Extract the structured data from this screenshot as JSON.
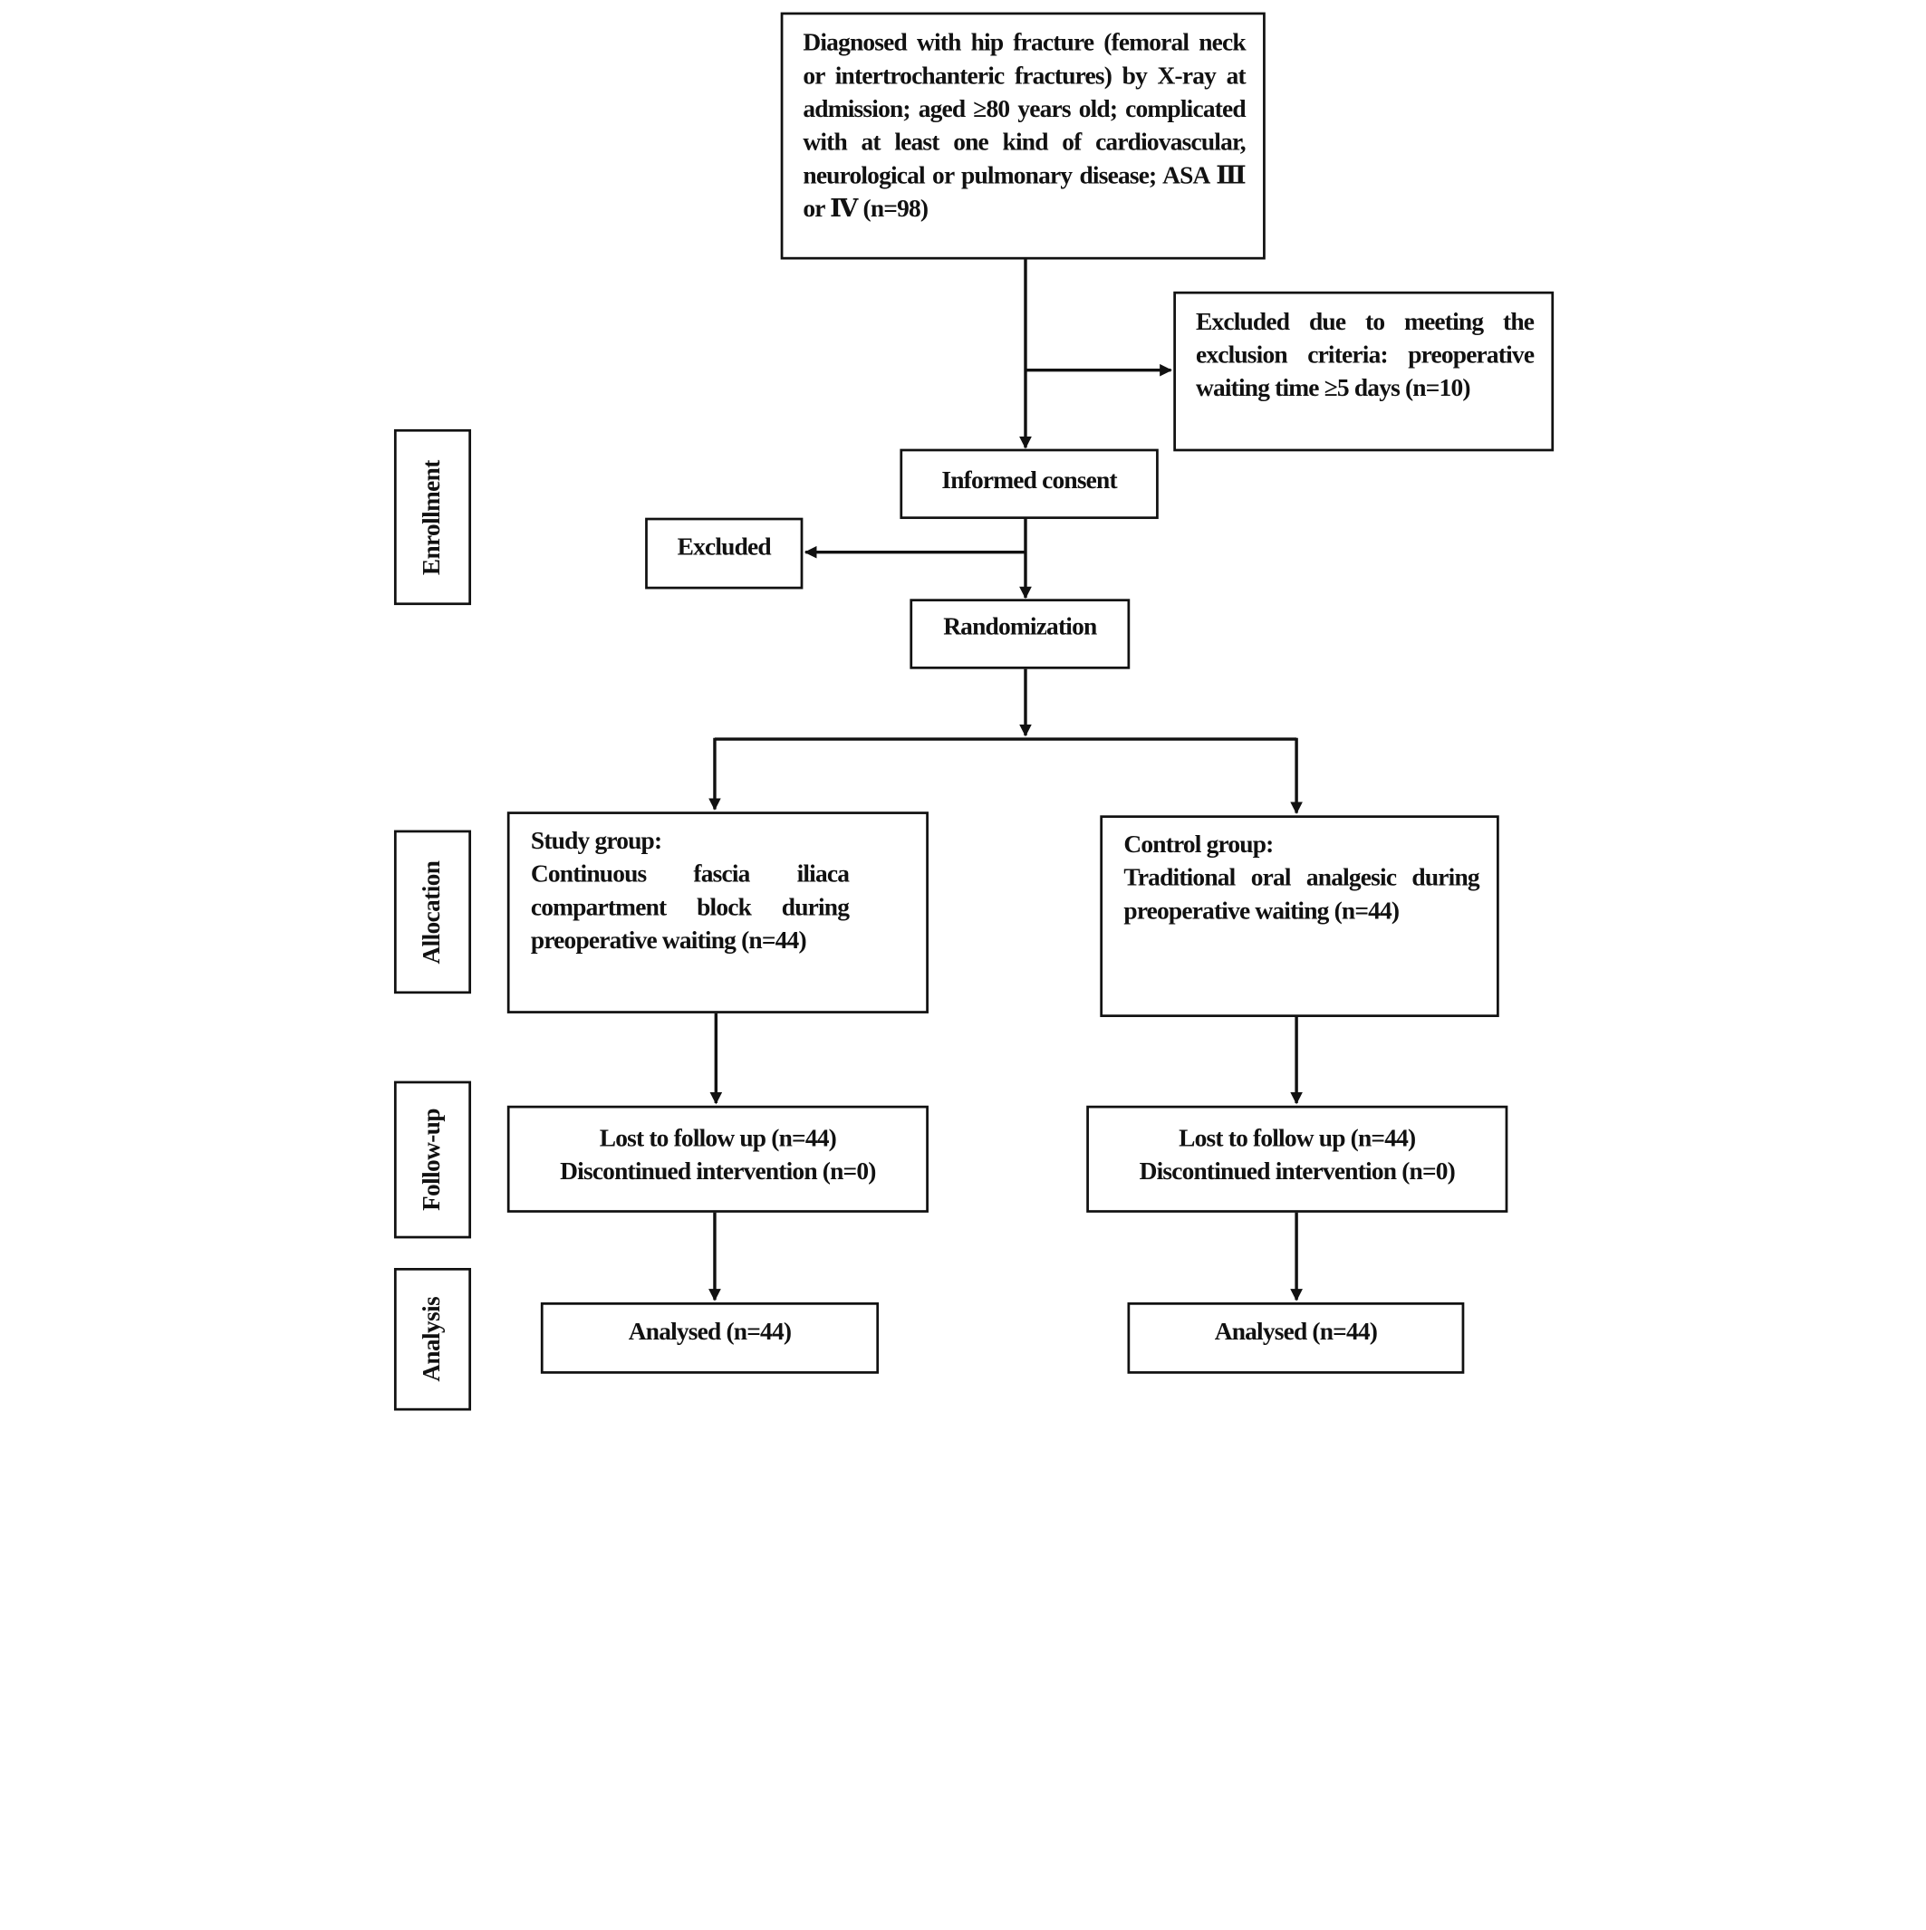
{
  "flowchart": {
    "eligibility": "Diagnosed with hip fracture (femoral neck or intertrochanteric fractures) by X-ray at admission; aged ≥80 years old; complicated with at least one kind of cardiovascular, neurological or pulmonary disease; ASA Ⅲ or Ⅳ (n=98)",
    "exclusion_criteria": "Excluded due to meeting the exclusion criteria: preoperative waiting time ≥5 days (n=10)",
    "informed_consent": "Informed consent",
    "excluded": "Excluded",
    "randomization": "Randomization",
    "study_group": {
      "title": "Study group:",
      "description": "Continuous fascia iliaca compartment block during preoperative waiting (n=44)"
    },
    "control_group": {
      "title": "Control group:",
      "description": "Traditional oral analgesic during preoperative waiting (n=44)"
    },
    "followup_study": {
      "lost": "Lost to follow up (n=44)",
      "discontinued": "Discontinued intervention (n=0)"
    },
    "followup_control": {
      "lost": "Lost to follow up (n=44)",
      "discontinued": "Discontinued intervention (n=0)"
    },
    "analysis_study": "Analysed (n=44)",
    "analysis_control": "Analysed (n=44)"
  },
  "stages": {
    "enrollment": "Enrollment",
    "allocation": "Allocation",
    "followup": "Follow-up",
    "analysis": "Analysis"
  }
}
